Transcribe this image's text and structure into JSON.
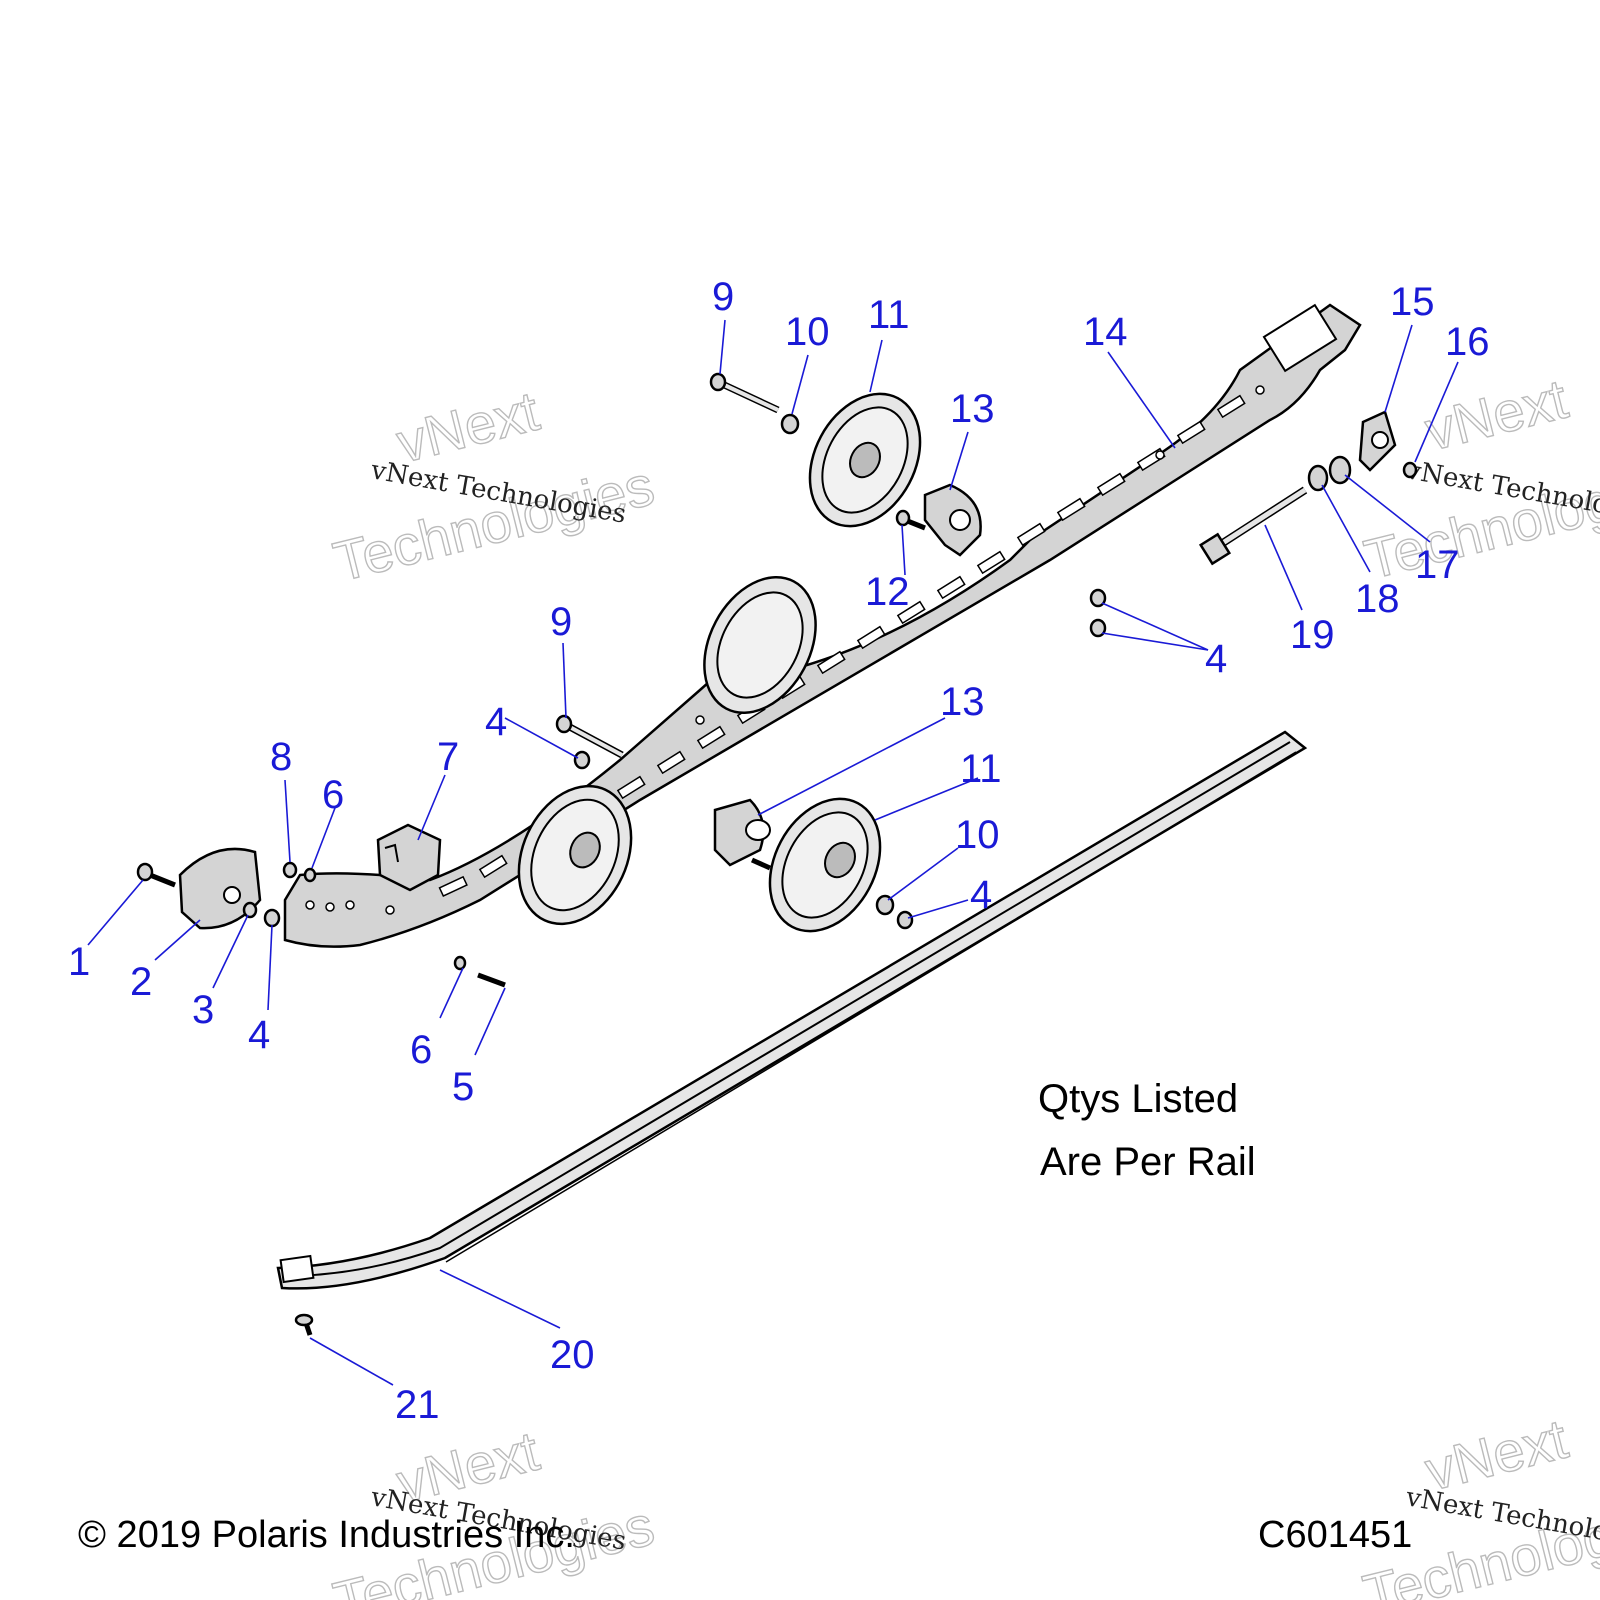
{
  "note": {
    "line1": "Qtys Listed",
    "line2": "Are Per Rail"
  },
  "footer": {
    "copyright": "© 2019 Polaris Industries Inc.",
    "figure_code": "C601451"
  },
  "watermark": {
    "brand": "vNext",
    "word": "Technologies",
    "full": "vNext Technologies",
    "truncated": "vNext Technolo"
  },
  "callouts": [
    "1",
    "2",
    "3",
    "4",
    "4",
    "4",
    "4",
    "4",
    "5",
    "6",
    "6",
    "7",
    "8",
    "9",
    "9",
    "10",
    "10",
    "11",
    "11",
    "12",
    "13",
    "13",
    "14",
    "15",
    "16",
    "17",
    "18",
    "19",
    "20",
    "21"
  ],
  "accent_color": "#1a1ad6"
}
